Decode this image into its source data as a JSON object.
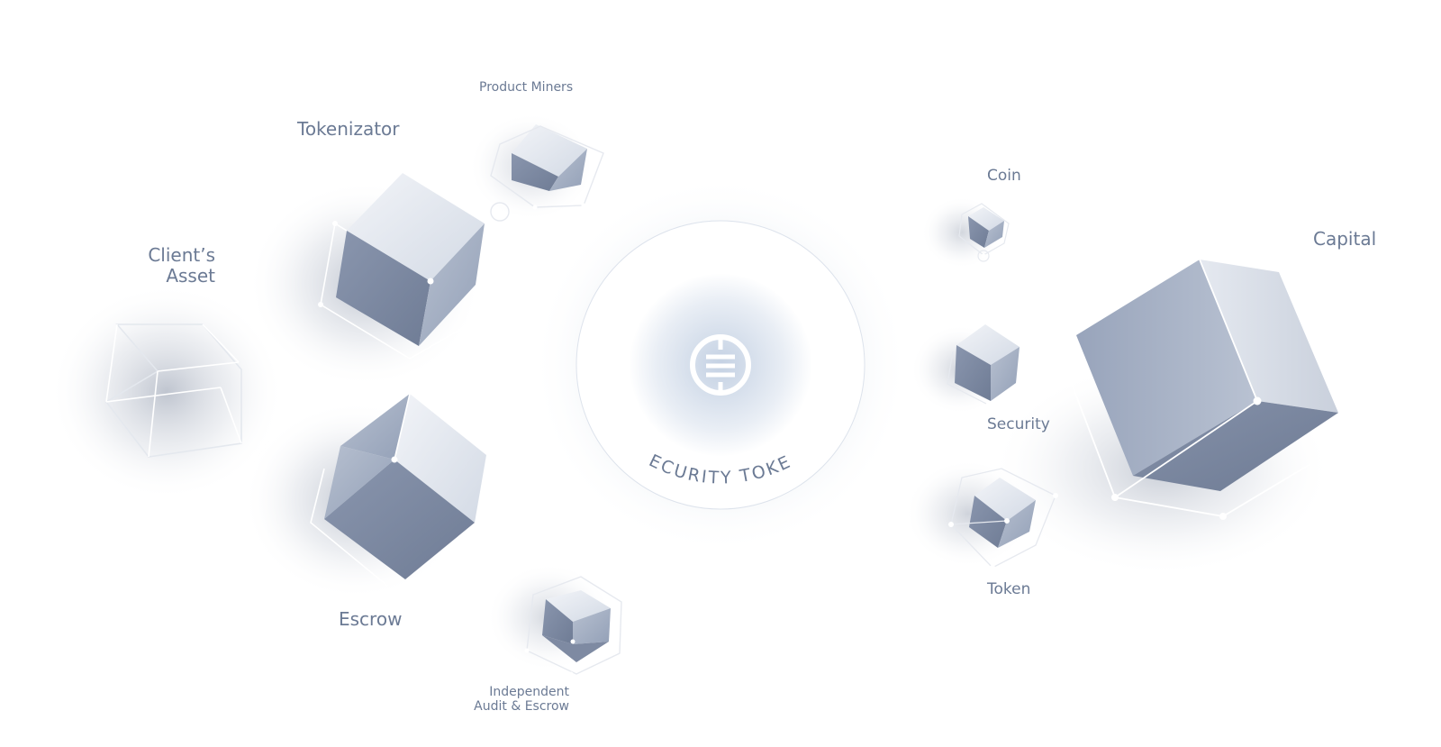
{
  "colors": {
    "text": "#6b7a94",
    "cube_dark": "#7a87a0",
    "cube_mid": "#a3aec2",
    "cube_light": "#e6eaf1",
    "halo": "#c7d2e3"
  },
  "center": {
    "caption": "SECURITY TOKEN",
    "icon": "security-token-logo-icon"
  },
  "labels": {
    "product_miners": "Product Miners",
    "tokenizator": "Tokenizator",
    "clients_asset_line1": "Client’s",
    "clients_asset_line2": "Asset",
    "escrow": "Escrow",
    "audit_line1": "Independent",
    "audit_line2": "Audit & Escrow",
    "coin": "Coin",
    "security": "Security",
    "token": "Token",
    "capital": "Capital"
  }
}
